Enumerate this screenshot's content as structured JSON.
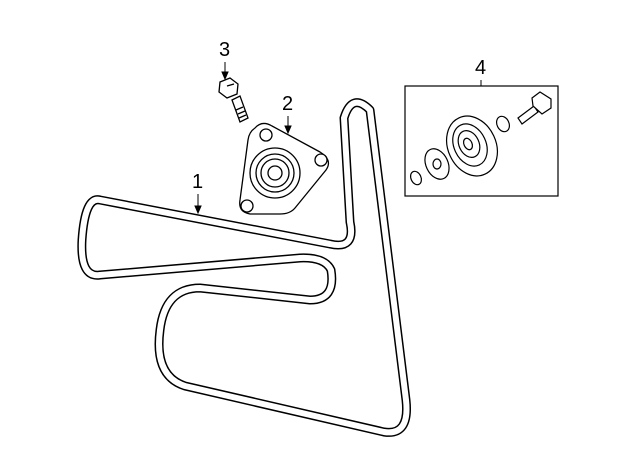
{
  "diagram": {
    "callouts": [
      {
        "number": "1",
        "part": "serpentine-belt"
      },
      {
        "number": "2",
        "part": "tensioner"
      },
      {
        "number": "3",
        "part": "bolt"
      },
      {
        "number": "4",
        "part": "idler-pulley-kit"
      }
    ],
    "line_color": "#000000",
    "background": "#ffffff"
  }
}
